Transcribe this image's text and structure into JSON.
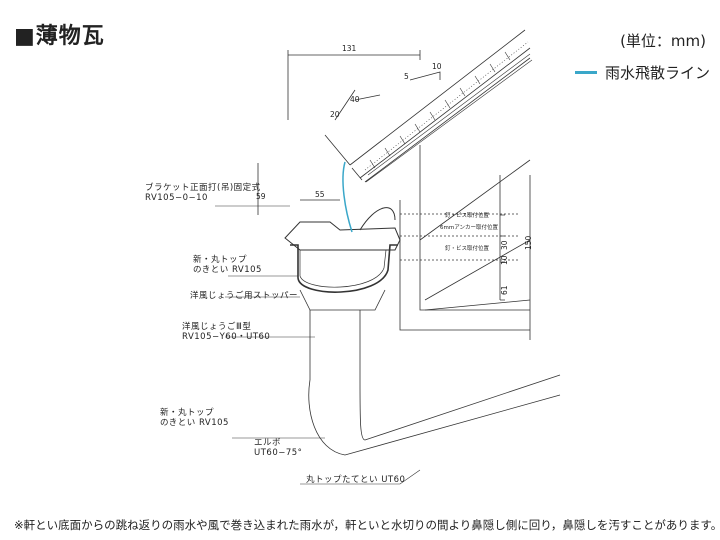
{
  "title": "■薄物瓦",
  "unit": "(単位：mm)",
  "legend": {
    "label": "雨水飛散ライン",
    "color": "#3aa7c9"
  },
  "dimensions": {
    "d131": "131",
    "d20": "20",
    "d40": "40",
    "d55": "55",
    "d59": "59",
    "slope5": "5",
    "slope10": "10",
    "d30": "30",
    "d10": "10",
    "d61": "61",
    "d150": "150"
  },
  "labels": {
    "bracket": [
      "ブラケット正面打(吊)固定式",
      "RV105−0−10"
    ],
    "gutter": [
      "新・丸トップ",
      "のきとい RV105"
    ],
    "stopper": "洋風じょうご用ストッパー",
    "funnel": [
      "洋風じょうごⅢ型",
      "RV105−Y60・UT60"
    ],
    "gutter2": [
      "新・丸トップ",
      "のきとい RV105"
    ],
    "elbow": [
      "エルボ",
      "UT60−75°"
    ],
    "downpipe": "丸トップたてとい UT60",
    "screw1": "釘・ビス取付位置",
    "anchor": "6mmアンカー取付位置",
    "screw2": "釘・ビス取付位置"
  },
  "note": "※軒とい底面からの跳ね返りの雨水や風で巻き込まれた雨水が，軒といと水切りの間より鼻隠し側に回り，鼻隠しを汚すことがあります。"
}
